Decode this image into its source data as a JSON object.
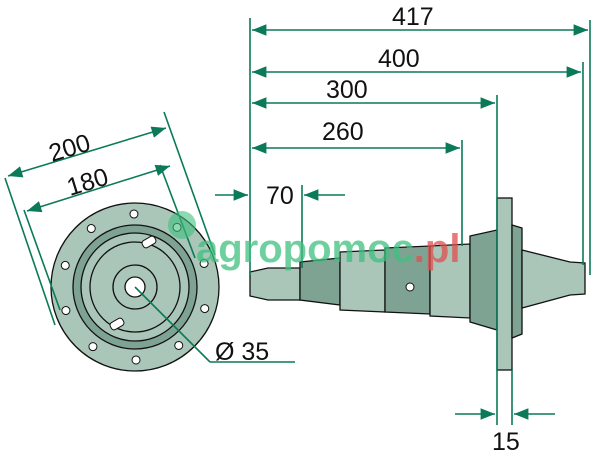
{
  "dimensions": {
    "overall_length": "417",
    "length_400": "400",
    "length_300": "300",
    "length_260": "260",
    "length_70": "70",
    "flange_thickness": "15",
    "flange_outer_diameter": "200",
    "bolt_circle_diameter": "180",
    "bore_diameter": "Ø 35"
  },
  "watermark": {
    "text": "agropomoc",
    "suffix": ".pl"
  },
  "colors": {
    "dimension_line": "#0b7a58",
    "part_fill": "#a9c6b8",
    "watermark_green": "#3fc07f",
    "watermark_red": "#e05050"
  }
}
